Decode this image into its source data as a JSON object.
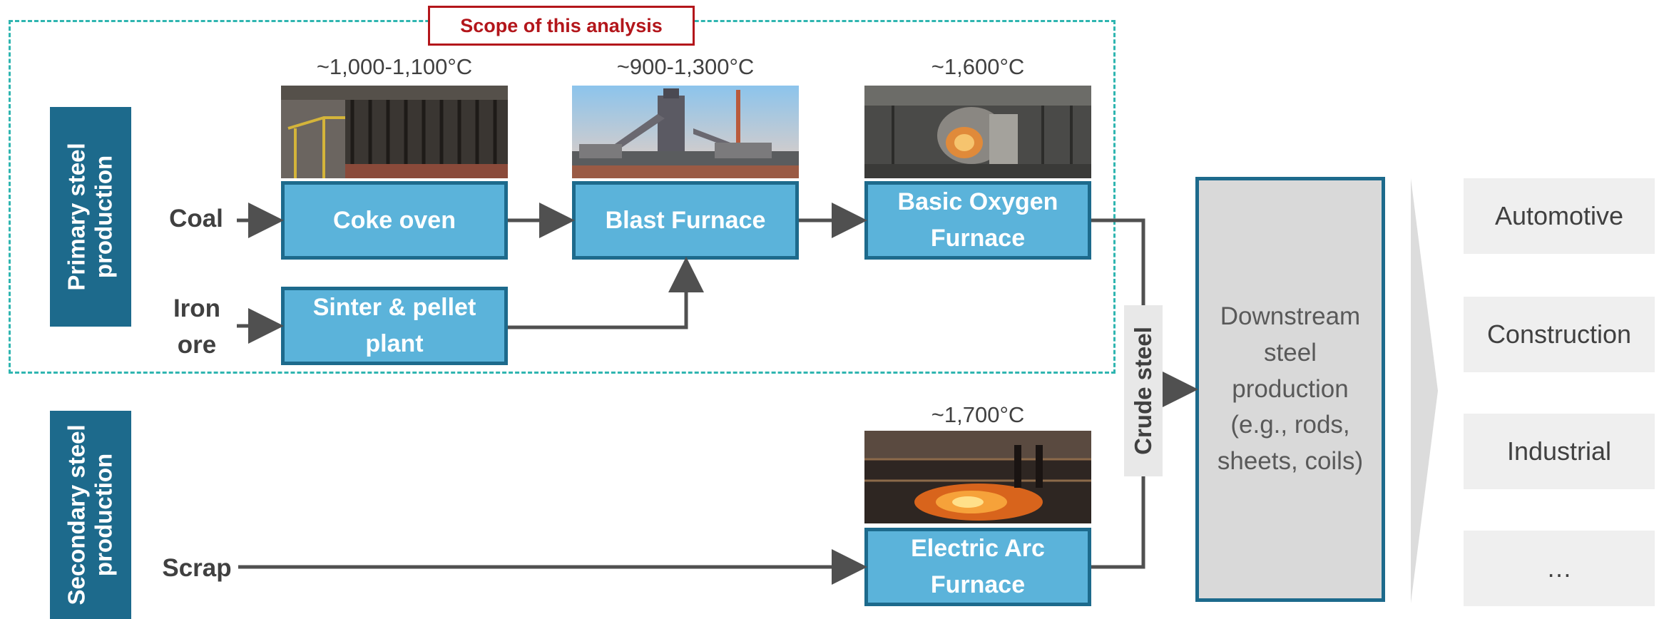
{
  "scope_label": "Scope of this analysis",
  "sections": {
    "primary": "Primary steel\nproduction",
    "secondary": "Secondary steel\nproduction"
  },
  "inputs": {
    "coal": "Coal",
    "iron_ore": "Iron ore",
    "scrap": "Scrap"
  },
  "processes": {
    "coke_oven": "Coke oven",
    "sinter_pellet": "Sinter & pellet plant",
    "blast_furnace": "Blast Furnace",
    "bof": "Basic Oxygen Furnace",
    "eaf": "Electric Arc Furnace"
  },
  "temperatures": {
    "coke_oven": "~1,000-1,100°C",
    "blast_furnace": "~900-1,300°C",
    "bof": "~1,600°C",
    "eaf": "~1,700°C"
  },
  "crude_steel": "Crude steel",
  "downstream": "Downstream steel production (e.g., rods, sheets, coils)",
  "sectors": [
    "Automotive",
    "Construction",
    "Industrial",
    "…"
  ],
  "colors": {
    "process_fill": "#5bb3da",
    "process_border": "#1d6a8c",
    "section_label": "#1d6a8c",
    "scope_border": "#2fb5b0",
    "scope_label": "#b3161b",
    "connector": "#505050"
  }
}
